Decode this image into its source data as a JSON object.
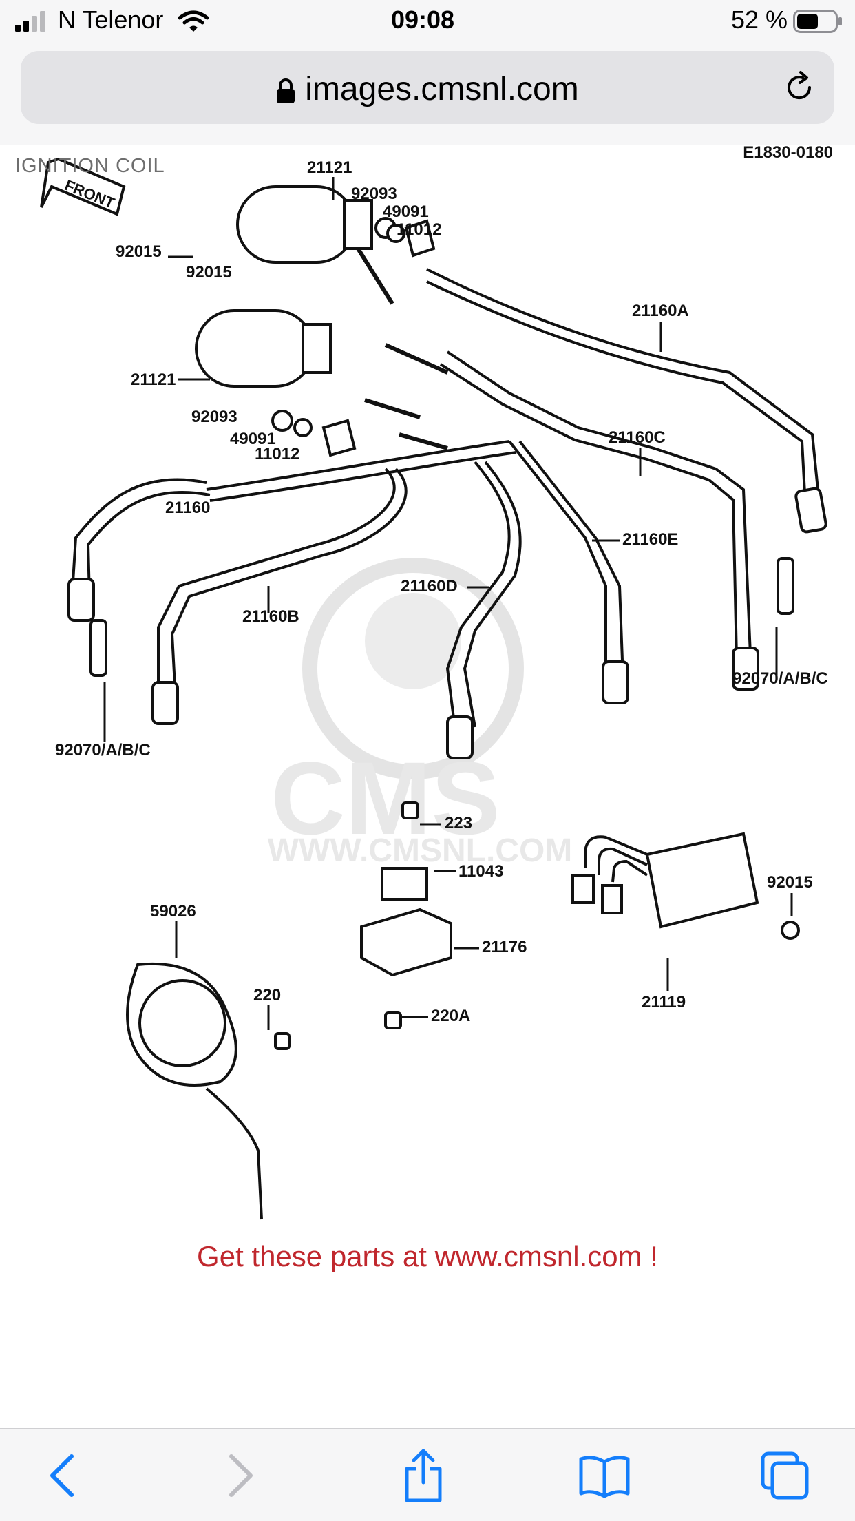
{
  "status_bar": {
    "carrier": "N Telenor",
    "time": "09:08",
    "battery": "52 %"
  },
  "browser": {
    "url": "images.cmsnl.com"
  },
  "diagram": {
    "title": "IGNITION COIL",
    "code": "E1830-0180",
    "watermark_text": "CMS",
    "watermark_url": "WWW.CMSNL.COM",
    "part_labels": [
      "21121",
      "92093",
      "49091",
      "11012",
      "92015",
      "92015",
      "21160A",
      "21121",
      "92093",
      "49091",
      "11012",
      "21160C",
      "21160",
      "21160E",
      "21160D",
      "21160B",
      "92070/A/B/C",
      "92070/A/B/C",
      "223",
      "11043",
      "92015",
      "59026",
      "21176",
      "21119",
      "220",
      "220A"
    ]
  },
  "cta": "Get these parts at www.cmsnl.com !",
  "colors": {
    "accent": "#147efb",
    "cta": "#c0272d"
  },
  "toolbar": {
    "icons": [
      "back-icon",
      "forward-icon",
      "share-icon",
      "bookmarks-icon",
      "tabs-icon"
    ]
  }
}
